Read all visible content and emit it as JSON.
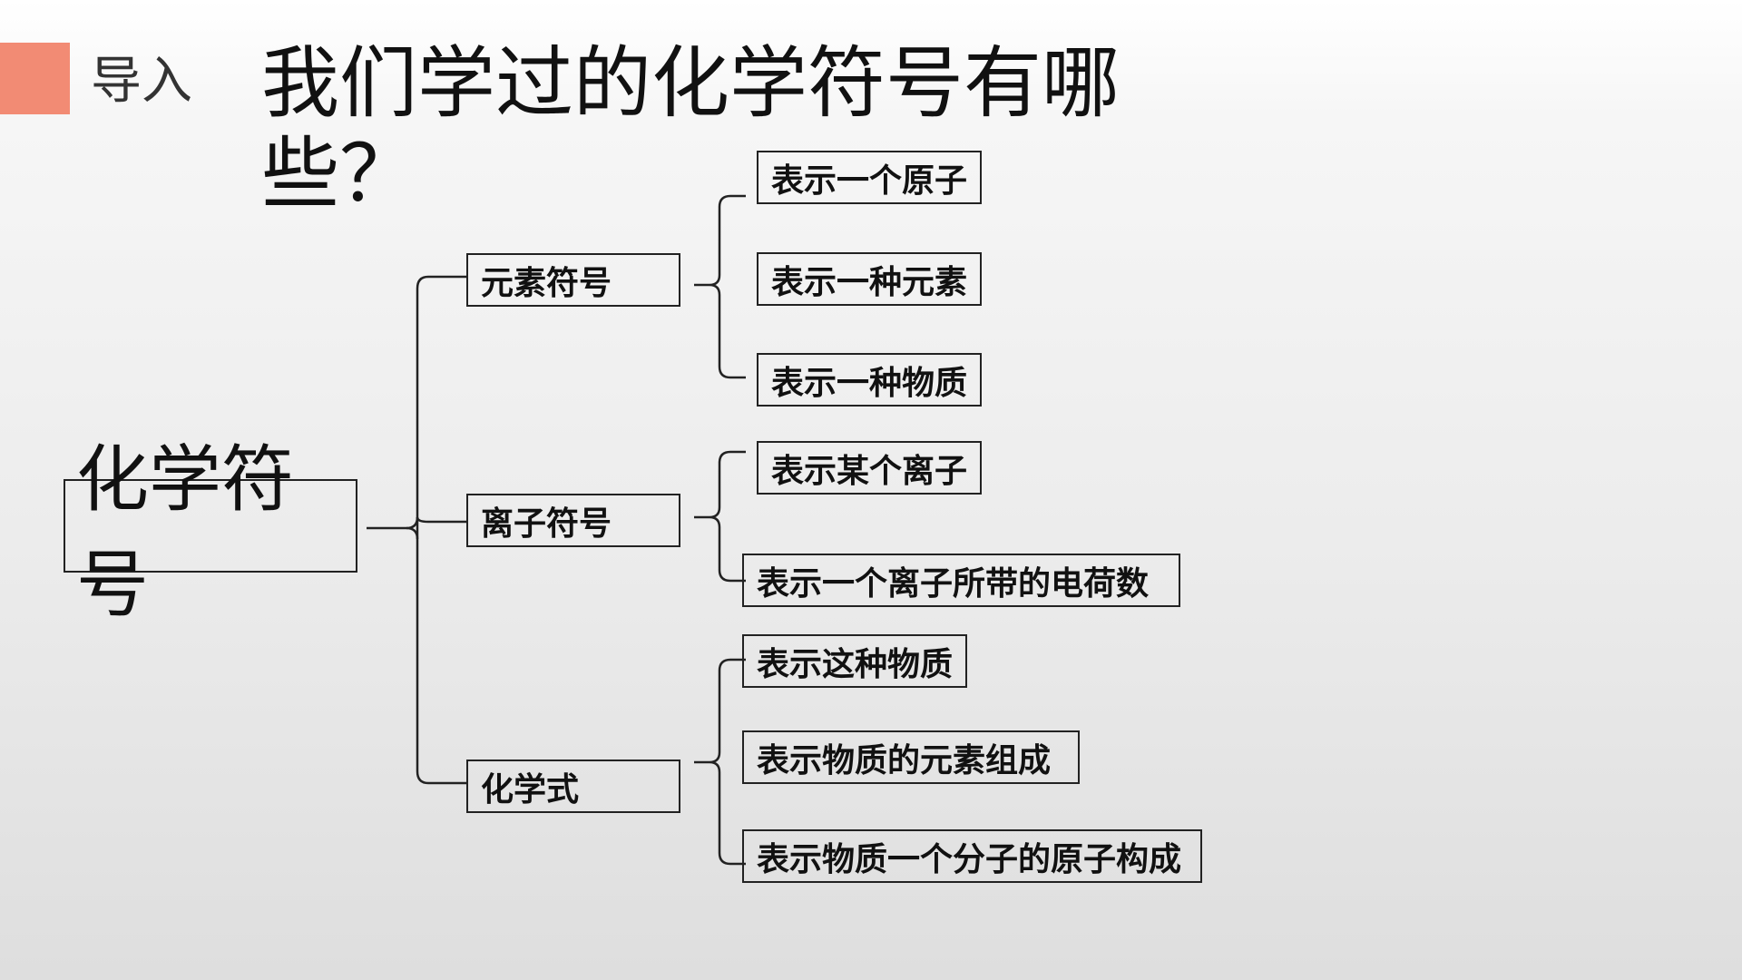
{
  "header": {
    "section_label": "导入",
    "title": "我们学过的化学符号有哪些？"
  },
  "diagram": {
    "root": "化学符号",
    "branches": [
      {
        "label": "元素符号",
        "children": [
          "表示一个原子",
          "表示一种元素",
          "表示一种物质"
        ]
      },
      {
        "label": "离子符号",
        "children": [
          "表示某个离子",
          "表示一个离子所带的电荷数"
        ]
      },
      {
        "label": "化学式",
        "children": [
          "表示这种物质",
          "表示物质的元素组成",
          "表示物质一个分子的原子构成"
        ]
      }
    ]
  },
  "colors": {
    "accent": "#f28b74",
    "line": "#222222"
  }
}
